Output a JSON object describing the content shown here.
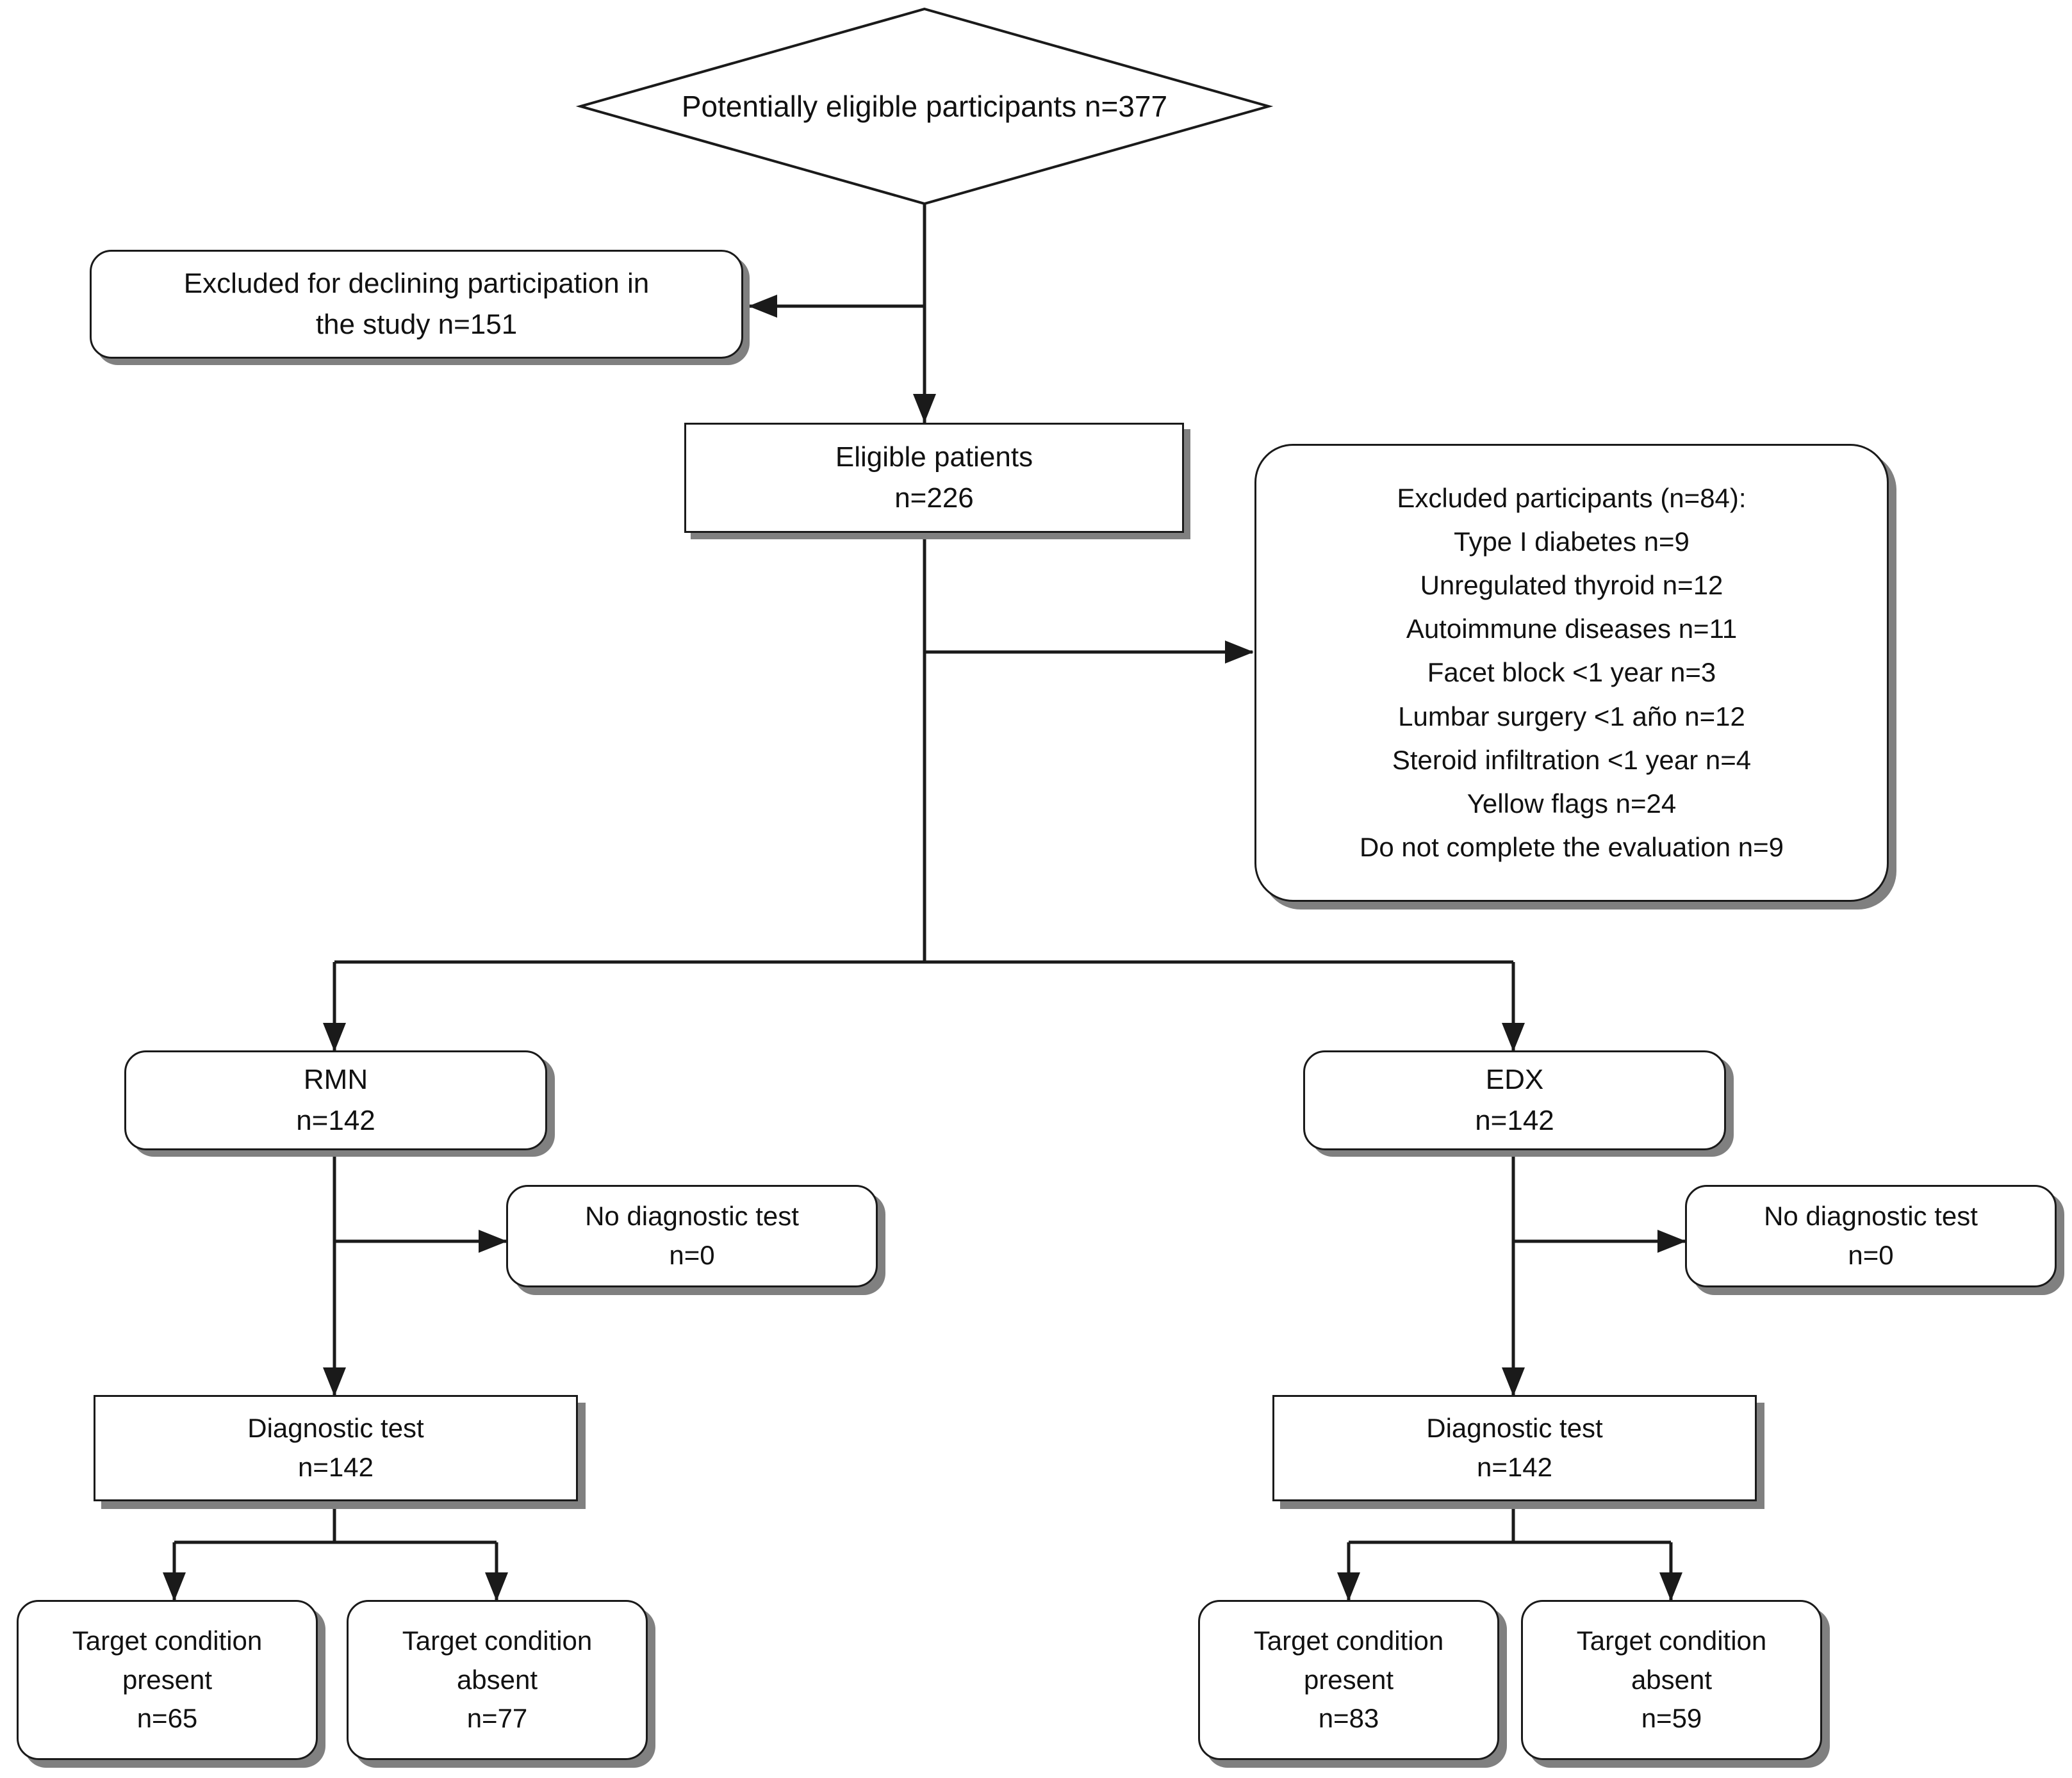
{
  "figure": {
    "type": "flow-diagram",
    "subject": "STARD participant flow diagram",
    "background_color": "#ffffff",
    "line_color": "#1a1a1a",
    "shadow_color": "#808080",
    "text_color": "#111111"
  },
  "nodes": {
    "potentially_eligible": {
      "shape": "diamond",
      "lines": [
        "Potentially eligible",
        "participants",
        "n=377"
      ],
      "count": 377
    },
    "excluded_declining": {
      "shape": "rounded-rect",
      "lines": [
        "Excluded for declining participation in",
        "the study n=151"
      ],
      "count": 151
    },
    "eligible_patients": {
      "shape": "rect",
      "lines": [
        "Eligible patients",
        "n=226"
      ],
      "count": 226
    },
    "excluded_participants": {
      "shape": "rounded-rect",
      "lines": [
        "Excluded participants (n=84):",
        "Type I diabetes n=9",
        "Unregulated thyroid n=12",
        "Autoimmune diseases n=11",
        "Facet block <1 year n=3",
        "Lumbar surgery <1 año n=12",
        "Steroid infiltration <1 year n=4",
        "Yellow flags n=24",
        "Do not complete the evaluation n=9"
      ],
      "count": 84
    },
    "rmn": {
      "shape": "rounded-rect",
      "lines": [
        "RMN",
        "n=142"
      ],
      "count": 142
    },
    "edx": {
      "shape": "rounded-rect",
      "lines": [
        "EDX",
        "n=142"
      ],
      "count": 142
    },
    "rmn_no_test": {
      "shape": "rounded-rect",
      "lines": [
        "No diagnostic test",
        "n=0"
      ],
      "count": 0
    },
    "edx_no_test": {
      "shape": "rounded-rect",
      "lines": [
        "No diagnostic test",
        "n=0"
      ],
      "count": 0
    },
    "rmn_test": {
      "shape": "rect",
      "lines": [
        "Diagnostic test",
        "n=142"
      ],
      "count": 142
    },
    "edx_test": {
      "shape": "rect",
      "lines": [
        "Diagnostic test",
        "n=142"
      ],
      "count": 142
    },
    "rmn_present": {
      "shape": "rounded-rect",
      "lines": [
        "Target condition",
        "present",
        "n=65"
      ],
      "count": 65
    },
    "rmn_absent": {
      "shape": "rounded-rect",
      "lines": [
        "Target condition",
        "absent",
        "n=77"
      ],
      "count": 77
    },
    "edx_present": {
      "shape": "rounded-rect",
      "lines": [
        "Target condition",
        "present",
        "n=83"
      ],
      "count": 83
    },
    "edx_absent": {
      "shape": "rounded-rect",
      "lines": [
        "Target condition",
        "absent",
        "n=59"
      ],
      "count": 59
    }
  },
  "chart_data": {
    "type": "flowchart",
    "title": "Participant flow",
    "stages": [
      {
        "id": "potentially_eligible",
        "label": "Potentially eligible participants",
        "n": 377
      },
      {
        "id": "excluded_declining",
        "label": "Excluded for declining participation in the study",
        "n": 151
      },
      {
        "id": "eligible_patients",
        "label": "Eligible patients",
        "n": 226
      },
      {
        "id": "excluded_participants",
        "label": "Excluded participants",
        "n": 84,
        "reasons": [
          {
            "label": "Type I diabetes",
            "n": 9
          },
          {
            "label": "Unregulated thyroid",
            "n": 12
          },
          {
            "label": "Autoimmune diseases",
            "n": 11
          },
          {
            "label": "Facet block <1 year",
            "n": 3
          },
          {
            "label": "Lumbar surgery <1 año",
            "n": 12
          },
          {
            "label": "Steroid infiltration <1 year",
            "n": 4
          },
          {
            "label": "Yellow flags",
            "n": 24
          },
          {
            "label": "Do not complete the evaluation",
            "n": 9
          }
        ]
      },
      {
        "id": "rmn",
        "label": "RMN",
        "n": 142
      },
      {
        "id": "edx",
        "label": "EDX",
        "n": 142
      },
      {
        "id": "rmn_no_test",
        "label": "No diagnostic test (RMN)",
        "n": 0
      },
      {
        "id": "edx_no_test",
        "label": "No diagnostic test (EDX)",
        "n": 0
      },
      {
        "id": "rmn_test",
        "label": "Diagnostic test (RMN)",
        "n": 142
      },
      {
        "id": "edx_test",
        "label": "Diagnostic test (EDX)",
        "n": 142
      },
      {
        "id": "rmn_present",
        "label": "Target condition present (RMN)",
        "n": 65
      },
      {
        "id": "rmn_absent",
        "label": "Target condition absent (RMN)",
        "n": 77
      },
      {
        "id": "edx_present",
        "label": "Target condition present (EDX)",
        "n": 83
      },
      {
        "id": "edx_absent",
        "label": "Target condition absent (EDX)",
        "n": 59
      }
    ],
    "edges": [
      {
        "from": "potentially_eligible",
        "to": "excluded_declining"
      },
      {
        "from": "potentially_eligible",
        "to": "eligible_patients"
      },
      {
        "from": "eligible_patients",
        "to": "excluded_participants"
      },
      {
        "from": "eligible_patients",
        "to": "rmn"
      },
      {
        "from": "eligible_patients",
        "to": "edx"
      },
      {
        "from": "rmn",
        "to": "rmn_no_test"
      },
      {
        "from": "rmn",
        "to": "rmn_test"
      },
      {
        "from": "edx",
        "to": "edx_no_test"
      },
      {
        "from": "edx",
        "to": "edx_test"
      },
      {
        "from": "rmn_test",
        "to": "rmn_present"
      },
      {
        "from": "rmn_test",
        "to": "rmn_absent"
      },
      {
        "from": "edx_test",
        "to": "edx_present"
      },
      {
        "from": "edx_test",
        "to": "edx_absent"
      }
    ]
  }
}
